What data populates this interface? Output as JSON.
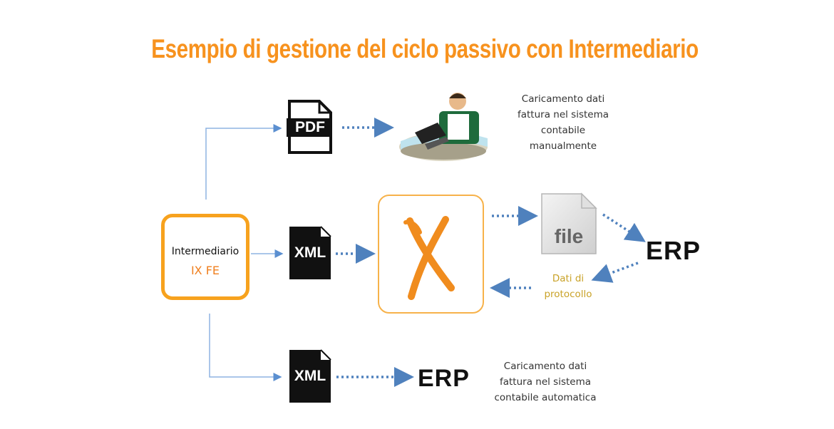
{
  "title": "Esempio di gestione del ciclo passivo con Intermediario",
  "intermediary": {
    "name": "Intermediario",
    "sub": "IX FE"
  },
  "docs": {
    "pdf": "PDF",
    "xml": "XML",
    "file": "file"
  },
  "erp": "ERP",
  "manual_note": [
    "Caricamento dati",
    "fattura nel sistema",
    "contabile",
    "manualmente"
  ],
  "protocol_note": [
    "Dati di",
    "protocollo"
  ],
  "auto_note": [
    "Caricamento dati",
    "fattura nel sistema",
    "contabile automatica"
  ],
  "colors": {
    "accent": "#f7921e",
    "arrow": "#4f81bd",
    "connector": "#8db4e2",
    "protocol": "#c9a227"
  }
}
